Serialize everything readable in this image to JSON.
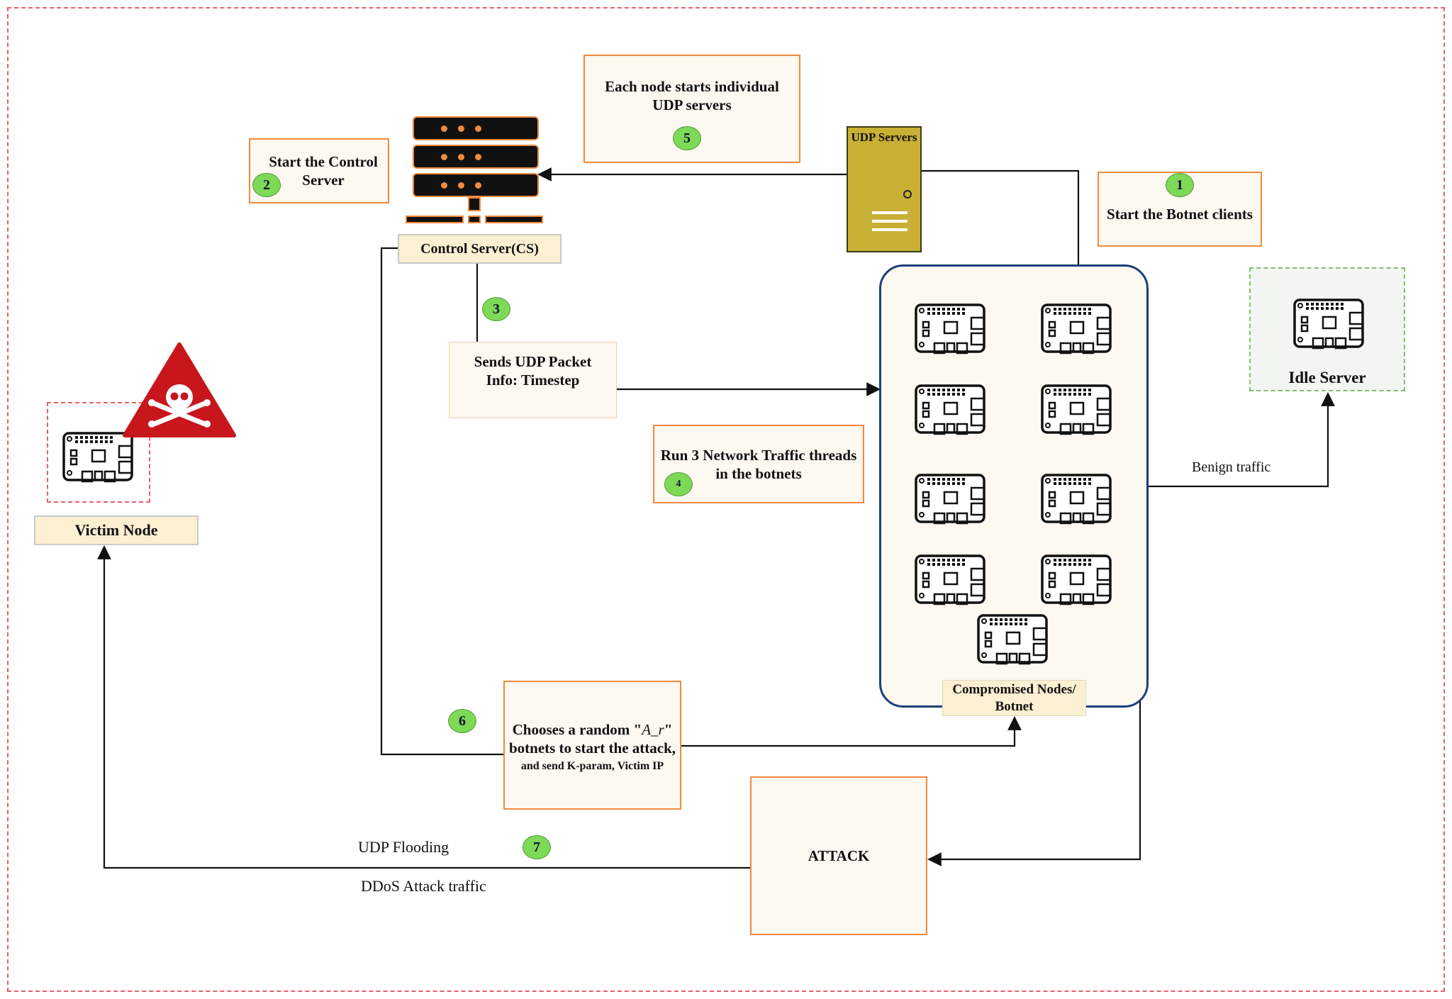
{
  "boxes": {
    "start_control": "Start the Control Server",
    "udp_servers_note": "Each node starts individual UDP servers",
    "start_botnet": "Start the Botnet clients",
    "sends_udp": "Sends UDP Packet Info:  Timestep",
    "run_threads": "Run 3 Network Traffic threads in the botnets",
    "choose_line1_prefix": "Chooses a random \"",
    "choose_line1_var": "A_r",
    "choose_line1_suffix": "\"",
    "choose_line2": "botnets to start the attack,",
    "choose_line3": "and send K-param, Victim IP",
    "attack": "ATTACK"
  },
  "labels": {
    "control_server": "Control Server(CS)",
    "victim_node": "Victim Node",
    "compromised": "Compromised Nodes/ Botnet",
    "idle_server": "Idle Server",
    "udp_servers": "UDP Servers"
  },
  "edges": {
    "benign": "Benign traffic",
    "udp_flooding": "UDP Flooding",
    "ddos": "DDoS Attack traffic"
  },
  "steps": [
    "1",
    "2",
    "3",
    "4",
    "5",
    "6",
    "7"
  ],
  "colors": {
    "box_border": "#f08a3e",
    "box_fill": "#fdf8f0",
    "label_fill": "#fcefd2",
    "badge": "#7ed957",
    "botnet_border": "#1d3f7a",
    "udp_server": "#c8b035",
    "hazard": "#c8161d",
    "frame": "#e8606a"
  },
  "icons": {
    "control_server": "server-rack-icon",
    "udp_server": "tower-server-icon",
    "node": "raspberry-pi-board-icon",
    "victim": "skull-crossbones-warning-icon"
  }
}
